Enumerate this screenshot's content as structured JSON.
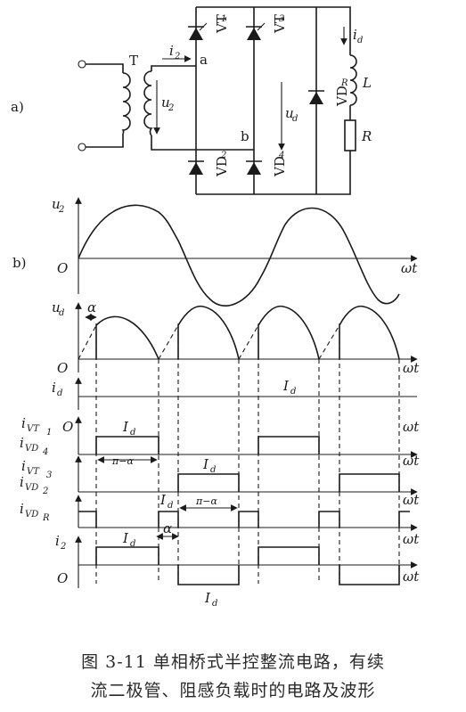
{
  "labels": {
    "part_a": "a)",
    "part_b": "b)",
    "transformer": "T",
    "node_a": "a",
    "node_b": "b",
    "i2": "i",
    "i2_sub": "2",
    "u2": "u",
    "u2_sub": "2",
    "ud": "u",
    "ud_sub": "d",
    "id": "i",
    "id_sub": "d",
    "vt1": "VT",
    "vt1_sub": "1",
    "vt3": "VT",
    "vt3_sub": "3",
    "vd2": "VD",
    "vd2_sub": "2",
    "vd4": "VD",
    "vd4_sub": "4",
    "vdr": "VD",
    "vdr_sub": "R",
    "inductor": "L",
    "resistor": "R"
  },
  "waves": {
    "u2": "u",
    "u2_sub": "2",
    "ud": "u",
    "ud_sub": "d",
    "alpha": "α",
    "id": "i",
    "id_sub": "d",
    "Id": "I",
    "Id_sub": "d",
    "ivt1": "i",
    "ivt1_sub": "VT",
    "ivt1_sub2": "1",
    "ivd4": "i",
    "ivd4_sub": "VD",
    "ivd4_sub2": "4",
    "ivt3": "i",
    "ivt3_sub": "VT",
    "ivt3_sub2": "3",
    "ivd2": "i",
    "ivd2_sub": "VD",
    "ivd2_sub2": "2",
    "ivdr": "i",
    "ivdr_sub": "VD",
    "ivdr_sub2": "R",
    "i2": "i",
    "i2_sub": "2",
    "origin": "O",
    "omega_t": "ωt",
    "pi_minus_alpha": "π−α"
  },
  "caption": {
    "line1": "图 3-11   单相桥式半控整流电路，有续",
    "line2": "流二极管、阻感负载时的电路及波形"
  }
}
